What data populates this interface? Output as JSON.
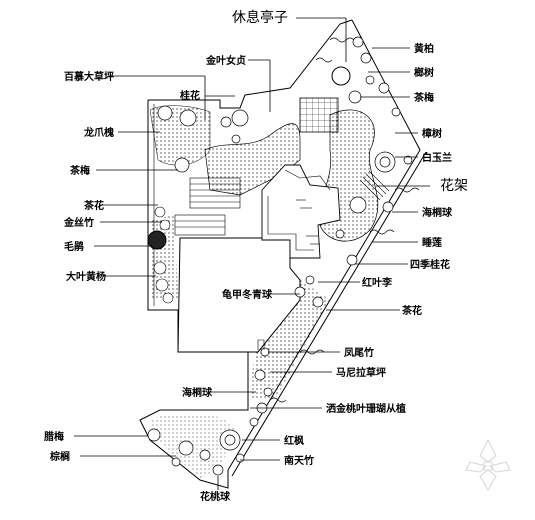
{
  "labels": {
    "pavilion": "休息亭子",
    "flower_frame": "花架",
    "l_jinyenvzhen": "金叶女贞",
    "l_guihua": "桂花",
    "l_bainian_lawn": "百慕大草坪",
    "l_longbaihuai": "龙爪槐",
    "l_chamei1": "茶梅",
    "l_chahua1": "茶花",
    "l_jinsizhu": "金丝竹",
    "l_maojuan": "毛鹃",
    "l_dayehuangyang": "大叶黄杨",
    "l_yumu": "黄柏",
    "l_mashu": "榔树",
    "l_chamei2": "茶梅",
    "l_zhuanzi": "樟树",
    "l_baiyulan": "白玉兰",
    "l_haitongqiu": "海桐球",
    "l_changlian": "睡莲",
    "l_sijiguihua": "四季桂花",
    "l_hongyeli": "红叶李",
    "l_chahua2": "茶花",
    "l_guijiadongqing": "龟甲冬青球",
    "l_fengweizhu": "凤尾竹",
    "l_maninila_lawn": "马尼拉草坪",
    "l_haitongqiu2": "海桐球",
    "l_yangsheng": "洒金桃叶珊瑚从植",
    "l_hongfeng": "红枫",
    "l_lamei": "腊梅",
    "l_zongshu": "棕榈",
    "l_nantianzhu": "南天竹",
    "l_huamusi": "花桃球"
  }
}
